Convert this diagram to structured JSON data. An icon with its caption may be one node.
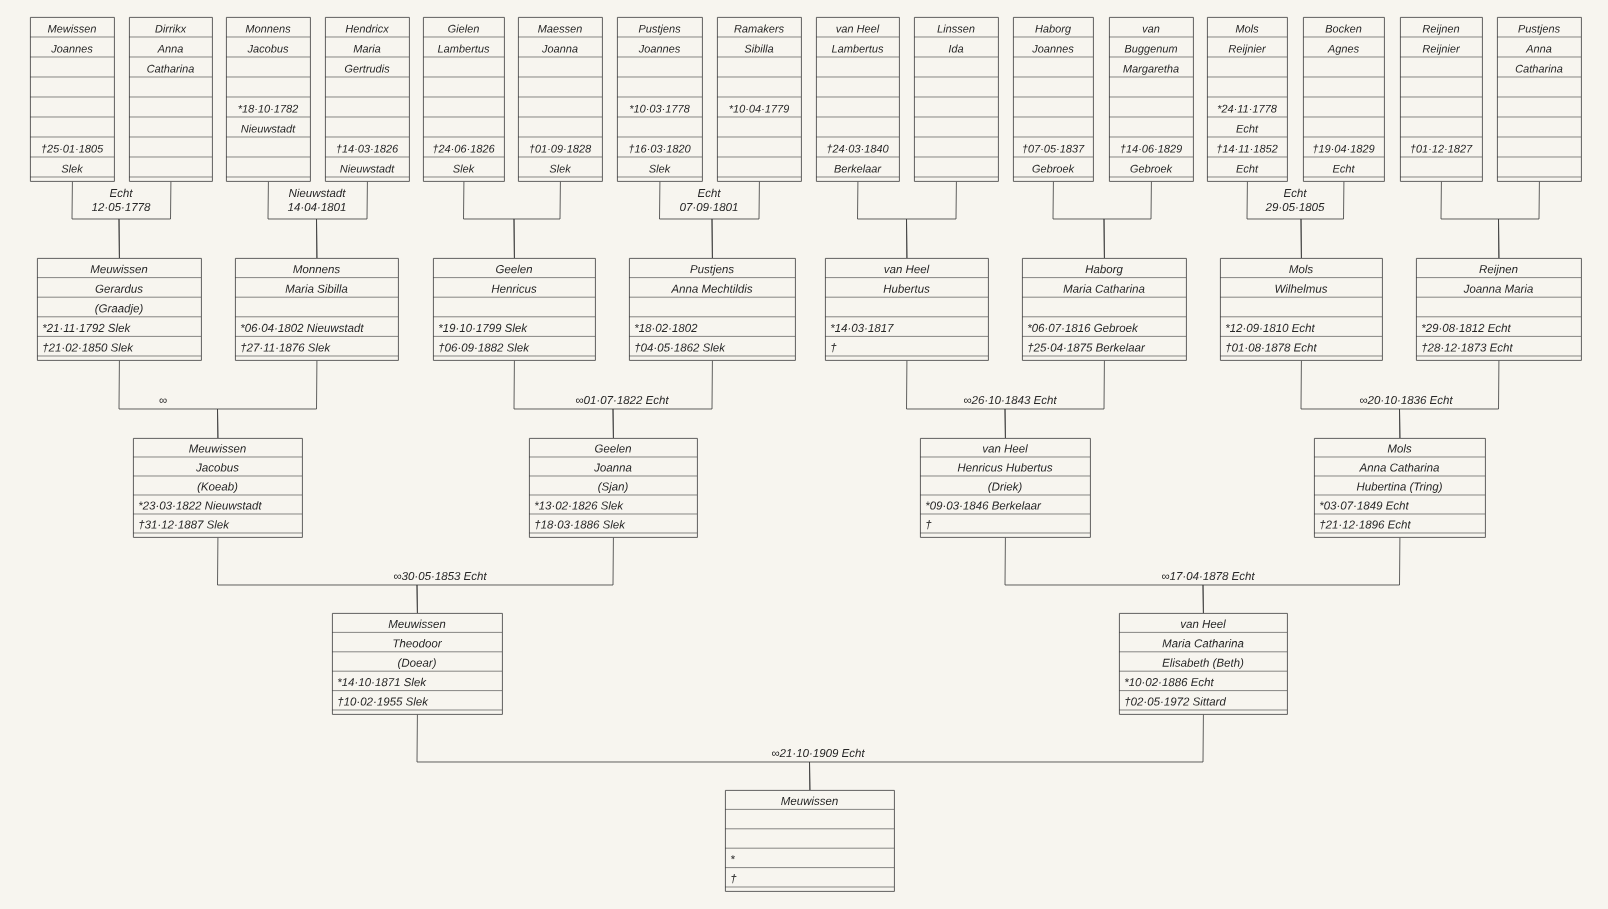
{
  "diagram": {
    "nodes": [
      {
        "text": [
          "Mewissen",
          "Joannes",
          "†25·01·1805",
          "Slek"
        ]
      },
      {
        "text": [
          "Dirrikx",
          "Anna Catharina"
        ]
      },
      {
        "text": [
          "Monnens",
          "Jacobus",
          "*18·10·1782",
          "Nieuwstadt"
        ]
      },
      {
        "text": [
          "Hendricx",
          "Maria Gertrudis",
          "†14·03·1826",
          "Nieuwstadt"
        ]
      },
      {
        "text": [
          "Gielen",
          "Lambertus",
          "†24·06·1826",
          "Slek"
        ]
      },
      {
        "text": [
          "Maessen",
          "Joanna",
          "†01·09·1828",
          "Slek"
        ]
      },
      {
        "text": [
          "Pustjens",
          "Joannes",
          "*10·03·1778",
          "†16·03·1820",
          "Slek"
        ]
      },
      {
        "text": [
          "Ramakers",
          "Sibilla",
          "*10·04·1779"
        ]
      },
      {
        "text": [
          "van Heel",
          "Lambertus",
          "†24·03·1840",
          "Berkelaar"
        ]
      },
      {
        "text": [
          "Linssen",
          "Ida"
        ]
      },
      {
        "text": [
          "Haborg",
          "Joannes",
          "†07·05·1837",
          "Gebroek"
        ]
      },
      {
        "text": [
          "van Buggenum",
          "Margaretha",
          "†14·06·1829",
          "Gebroek"
        ]
      },
      {
        "text": [
          "Mols",
          "Reijnier",
          "*24·11·1778",
          "Echt",
          "†14·11·1852",
          "Echt"
        ]
      },
      {
        "text": [
          "Bocken",
          "Agnes",
          "†19·04·1829",
          "Echt"
        ]
      },
      {
        "text": [
          "Reijnen",
          "Reijnier",
          "†01·12·1827"
        ]
      },
      {
        "text": [
          "Pustjens",
          "Anna Catharina"
        ]
      },
      {
        "text": [
          "Meuwissen",
          "Gerardus",
          "(Graadje)",
          "*21·11·1792 Slek",
          "†21·02·1850 Slek"
        ]
      },
      {
        "text": [
          "Monnens",
          "Maria Sibilla",
          "*06·04·1802 Nieuwstadt",
          "†27·11·1876 Slek"
        ]
      },
      {
        "text": [
          "Geelen",
          "Henricus",
          "*19·10·1799 Slek",
          "†06·09·1882 Slek"
        ]
      },
      {
        "text": [
          "Pustjens",
          "Anna Mechtildis",
          "*18·02·1802",
          "†04·05·1862 Slek"
        ]
      },
      {
        "text": [
          "van Heel",
          "Hubertus",
          "*14·03·1817",
          "†"
        ]
      },
      {
        "text": [
          "Haborg",
          "Maria Catharina",
          "*06·07·1816 Gebroek",
          "†25·04·1875 Berkelaar"
        ]
      },
      {
        "text": [
          "Mols",
          "Wilhelmus",
          "*12·09·1810 Echt",
          "†01·08·1878 Echt"
        ]
      },
      {
        "text": [
          "Reijnen",
          "Joanna Maria",
          "*29·08·1812 Echt",
          "†28·12·1873 Echt"
        ]
      },
      {
        "text": [
          "Meuwissen",
          "Jacobus",
          "(Koeab)",
          "*23·03·1822 Nieuwstadt",
          "†31·12·1887 Slek"
        ]
      },
      {
        "text": [
          "Geelen",
          "Joanna",
          "(Sjan)",
          "*13·02·1826 Slek",
          "†18·03·1886 Slek"
        ]
      },
      {
        "text": [
          "van Heel",
          "Henricus Hubertus",
          "(Driek)",
          "*09·03·1846 Berkelaar",
          "†"
        ]
      },
      {
        "text": [
          "Mols",
          "Anna Catharina",
          "Hubertina (Tring)",
          "*03·07·1849 Echt",
          "†21·12·1896 Echt"
        ]
      },
      {
        "text": [
          "Meuwissen",
          "Theodoor",
          "(Doear)",
          "*14·10·1871 Slek",
          "†10·02·1955 Slek"
        ]
      },
      {
        "text": [
          "van Heel",
          "Maria Catharina",
          "Elisabeth (Beth)",
          "*10·02·1886 Echt",
          "†02·05·1972 Sittard"
        ]
      },
      {
        "text": [
          "Meuwissen",
          "*",
          "†"
        ]
      }
    ],
    "edges": [
      {
        "from": 0,
        "to": 16,
        "arrow": "none",
        "label": "Echt 12·05·1778"
      },
      {
        "from": 1,
        "to": 16,
        "arrow": "none"
      },
      {
        "from": 2,
        "to": 17,
        "arrow": "none",
        "label": "Nieuwstadt 14·04·1801"
      },
      {
        "from": 3,
        "to": 17,
        "arrow": "none"
      },
      {
        "from": 4,
        "to": 18,
        "arrow": "none"
      },
      {
        "from": 5,
        "to": 18,
        "arrow": "none"
      },
      {
        "from": 6,
        "to": 19,
        "arrow": "none",
        "label": "Echt 07·09·1801"
      },
      {
        "from": 7,
        "to": 19,
        "arrow": "none"
      },
      {
        "from": 8,
        "to": 20,
        "arrow": "none"
      },
      {
        "from": 9,
        "to": 20,
        "arrow": "none"
      },
      {
        "from": 10,
        "to": 21,
        "arrow": "none"
      },
      {
        "from": 11,
        "to": 21,
        "arrow": "none"
      },
      {
        "from": 12,
        "to": 22,
        "arrow": "none",
        "label": "Echt 29·05·1805"
      },
      {
        "from": 13,
        "to": 22,
        "arrow": "none"
      },
      {
        "from": 14,
        "to": 23,
        "arrow": "none"
      },
      {
        "from": 15,
        "to": 23,
        "arrow": "none"
      },
      {
        "from": 16,
        "to": 24,
        "arrow": "none",
        "label": "∞"
      },
      {
        "from": 17,
        "to": 24,
        "arrow": "none"
      },
      {
        "from": 18,
        "to": 25,
        "arrow": "none",
        "label": "∞01·07·1822 Echt"
      },
      {
        "from": 19,
        "to": 25,
        "arrow": "none"
      },
      {
        "from": 20,
        "to": 26,
        "arrow": "none",
        "label": "∞26·10·1843 Echt"
      },
      {
        "from": 21,
        "to": 26,
        "arrow": "none"
      },
      {
        "from": 22,
        "to": 27,
        "arrow": "none",
        "label": "∞20·10·1836 Echt"
      },
      {
        "from": 23,
        "to": 27,
        "arrow": "none"
      },
      {
        "from": 24,
        "to": 28,
        "arrow": "none",
        "label": "∞30·05·1853 Echt"
      },
      {
        "from": 25,
        "to": 28,
        "arrow": "none"
      },
      {
        "from": 26,
        "to": 29,
        "arrow": "none",
        "label": "∞17·04·1878 Echt"
      },
      {
        "from": 27,
        "to": 29,
        "arrow": "none"
      },
      {
        "from": 28,
        "to": 30,
        "arrow": "none",
        "label": "∞21·10·1909 Echt"
      },
      {
        "from": 29,
        "to": 30,
        "arrow": "none"
      }
    ]
  }
}
